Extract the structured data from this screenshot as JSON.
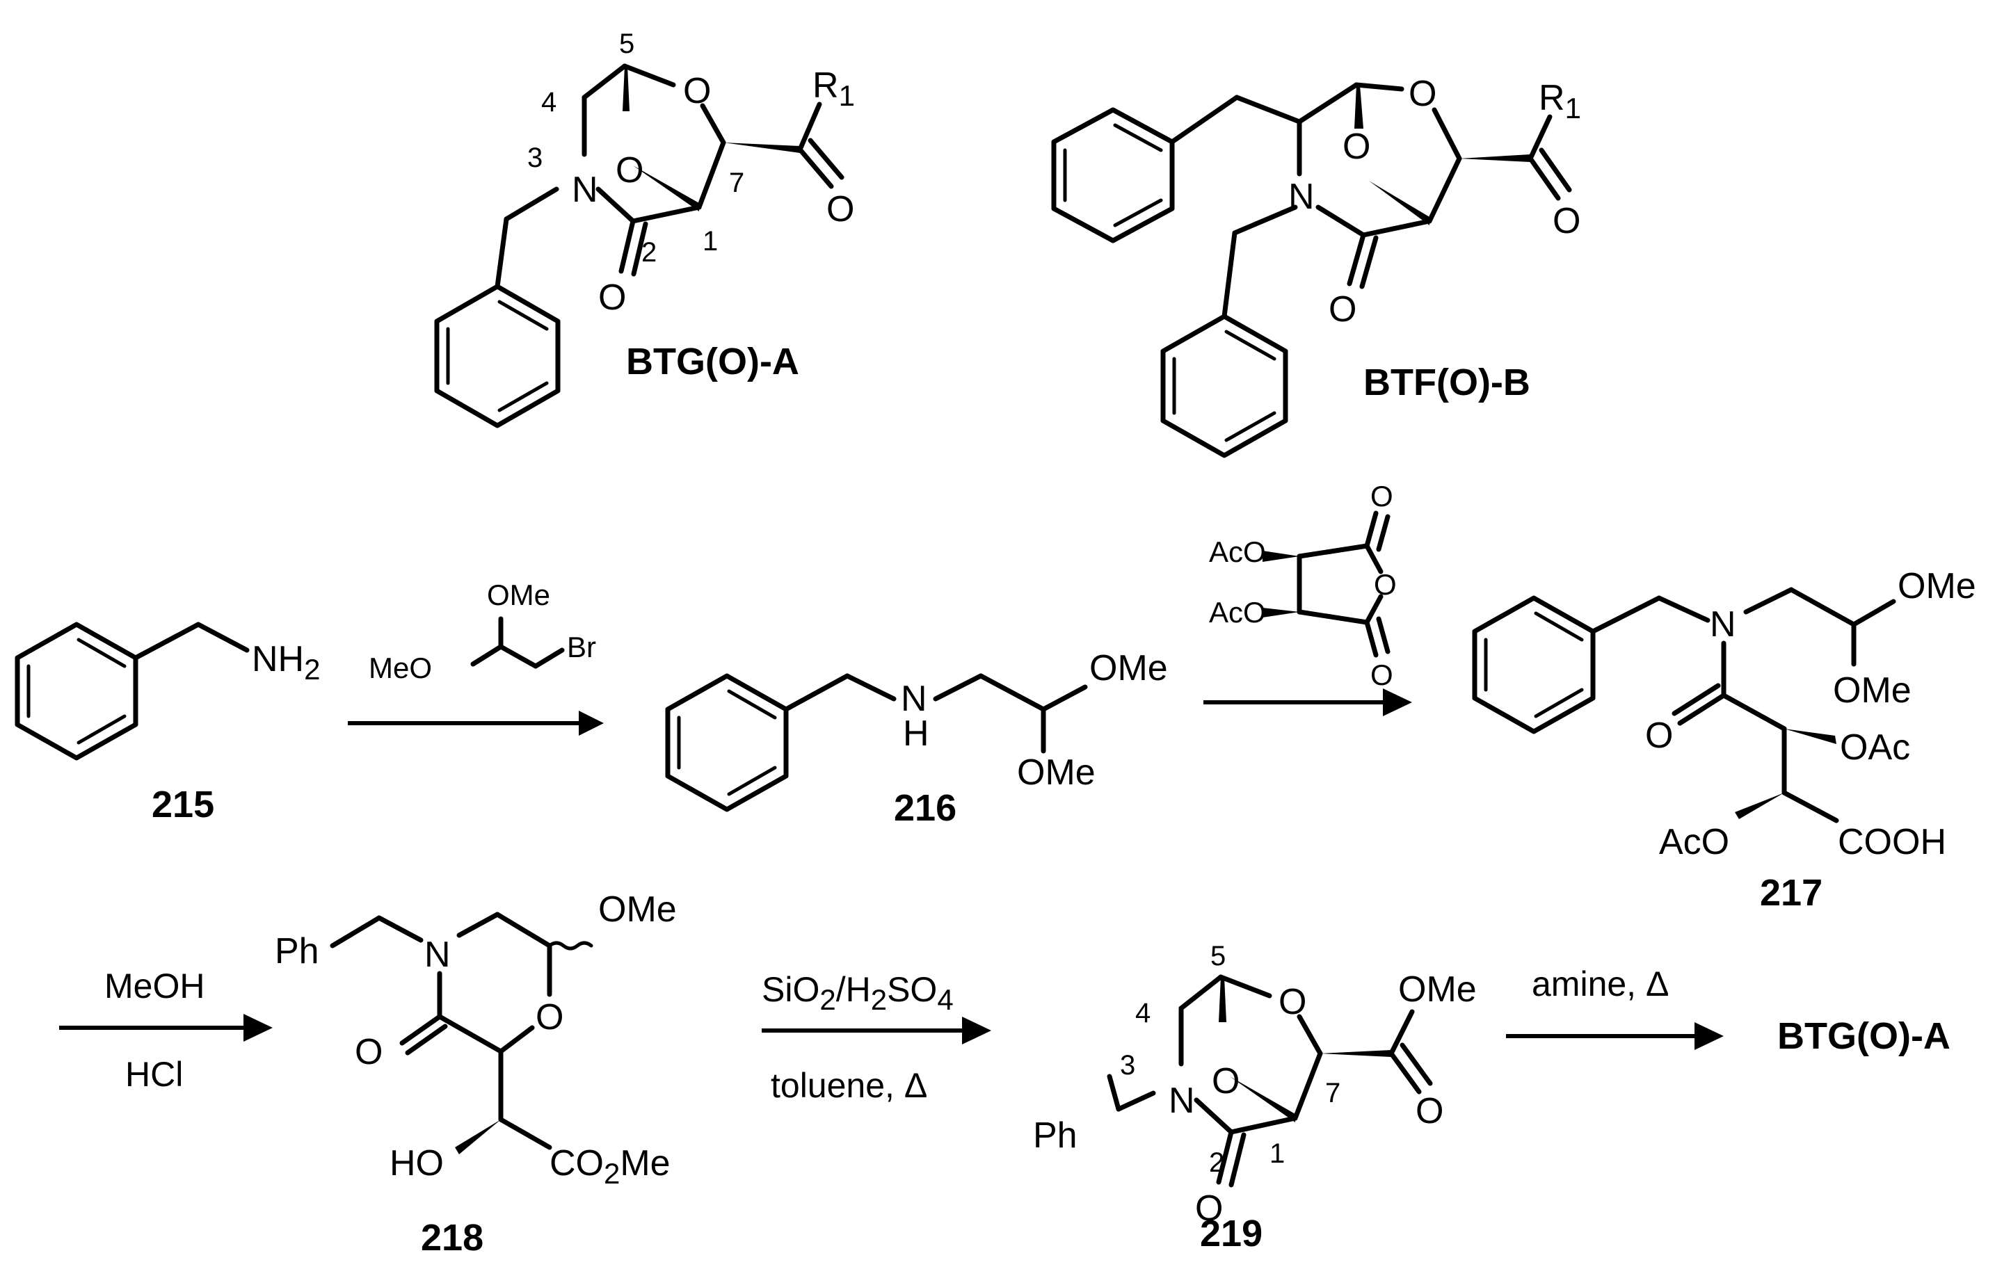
{
  "structures": {
    "btg_a": {
      "label": "BTG(O)-A",
      "R1": "R",
      "R1_sub": "1",
      "N": "N",
      "O_bridge": "O",
      "O_ring": "O",
      "O_carbonyl": "O",
      "O_side": "O",
      "n1": "1",
      "n2": "2",
      "n3": "3",
      "n4": "4",
      "n5": "5",
      "n7": "7"
    },
    "btf_b": {
      "label": "BTF(O)-B",
      "R1": "R",
      "R1_sub": "1",
      "N": "N",
      "O_bridge": "O",
      "O_ring": "O",
      "O_carbonyl": "O",
      "O_side": "O"
    },
    "c215": {
      "label": "215",
      "NH": "NH",
      "NH_sub": "2"
    },
    "reagent1": {
      "OMe": "OMe",
      "MeO": "MeO",
      "Br": "Br"
    },
    "c216": {
      "label": "216",
      "N": "N",
      "H": "H",
      "OMe_top": "OMe",
      "OMe_bot": "OMe"
    },
    "anhydride": {
      "AcO_top": "AcO",
      "AcO_bot": "AcO",
      "O_top": "O",
      "O_ring": "O",
      "O_bot": "O"
    },
    "c217": {
      "label": "217",
      "N": "N",
      "OMe_top": "OMe",
      "OMe_bot": "OMe",
      "O": "O",
      "OAc": "OAc",
      "AcO": "AcO",
      "COOH": "COOH"
    },
    "c218": {
      "label": "218",
      "Ph": "Ph",
      "N": "N",
      "OMe": "OMe",
      "O_ring": "O",
      "O_carbonyl": "O",
      "HO": "HO",
      "CO": "CO",
      "CO_sub": "2",
      "Me": "Me"
    },
    "c219": {
      "label": "219",
      "Ph": "Ph",
      "N": "N",
      "OMe": "OMe",
      "O_bridge": "O",
      "O_ring": "O",
      "O_carbonyl": "O",
      "O_side": "O",
      "n1": "1",
      "n2": "2",
      "n3": "3",
      "n4": "4",
      "n5": "5",
      "n7": "7"
    },
    "product": {
      "label": "BTG(O)-A"
    }
  },
  "arrows": {
    "step2": {
      "above_a": "SiO",
      "above_a_sub": "2",
      "above_b": "/H",
      "above_b_sub": "2",
      "above_c": "SO",
      "above_c_sub": "4",
      "below": "toluene, Δ"
    },
    "step3": {
      "above": "MeOH",
      "below": "HCl"
    },
    "step4": {
      "above": "amine, Δ"
    }
  }
}
